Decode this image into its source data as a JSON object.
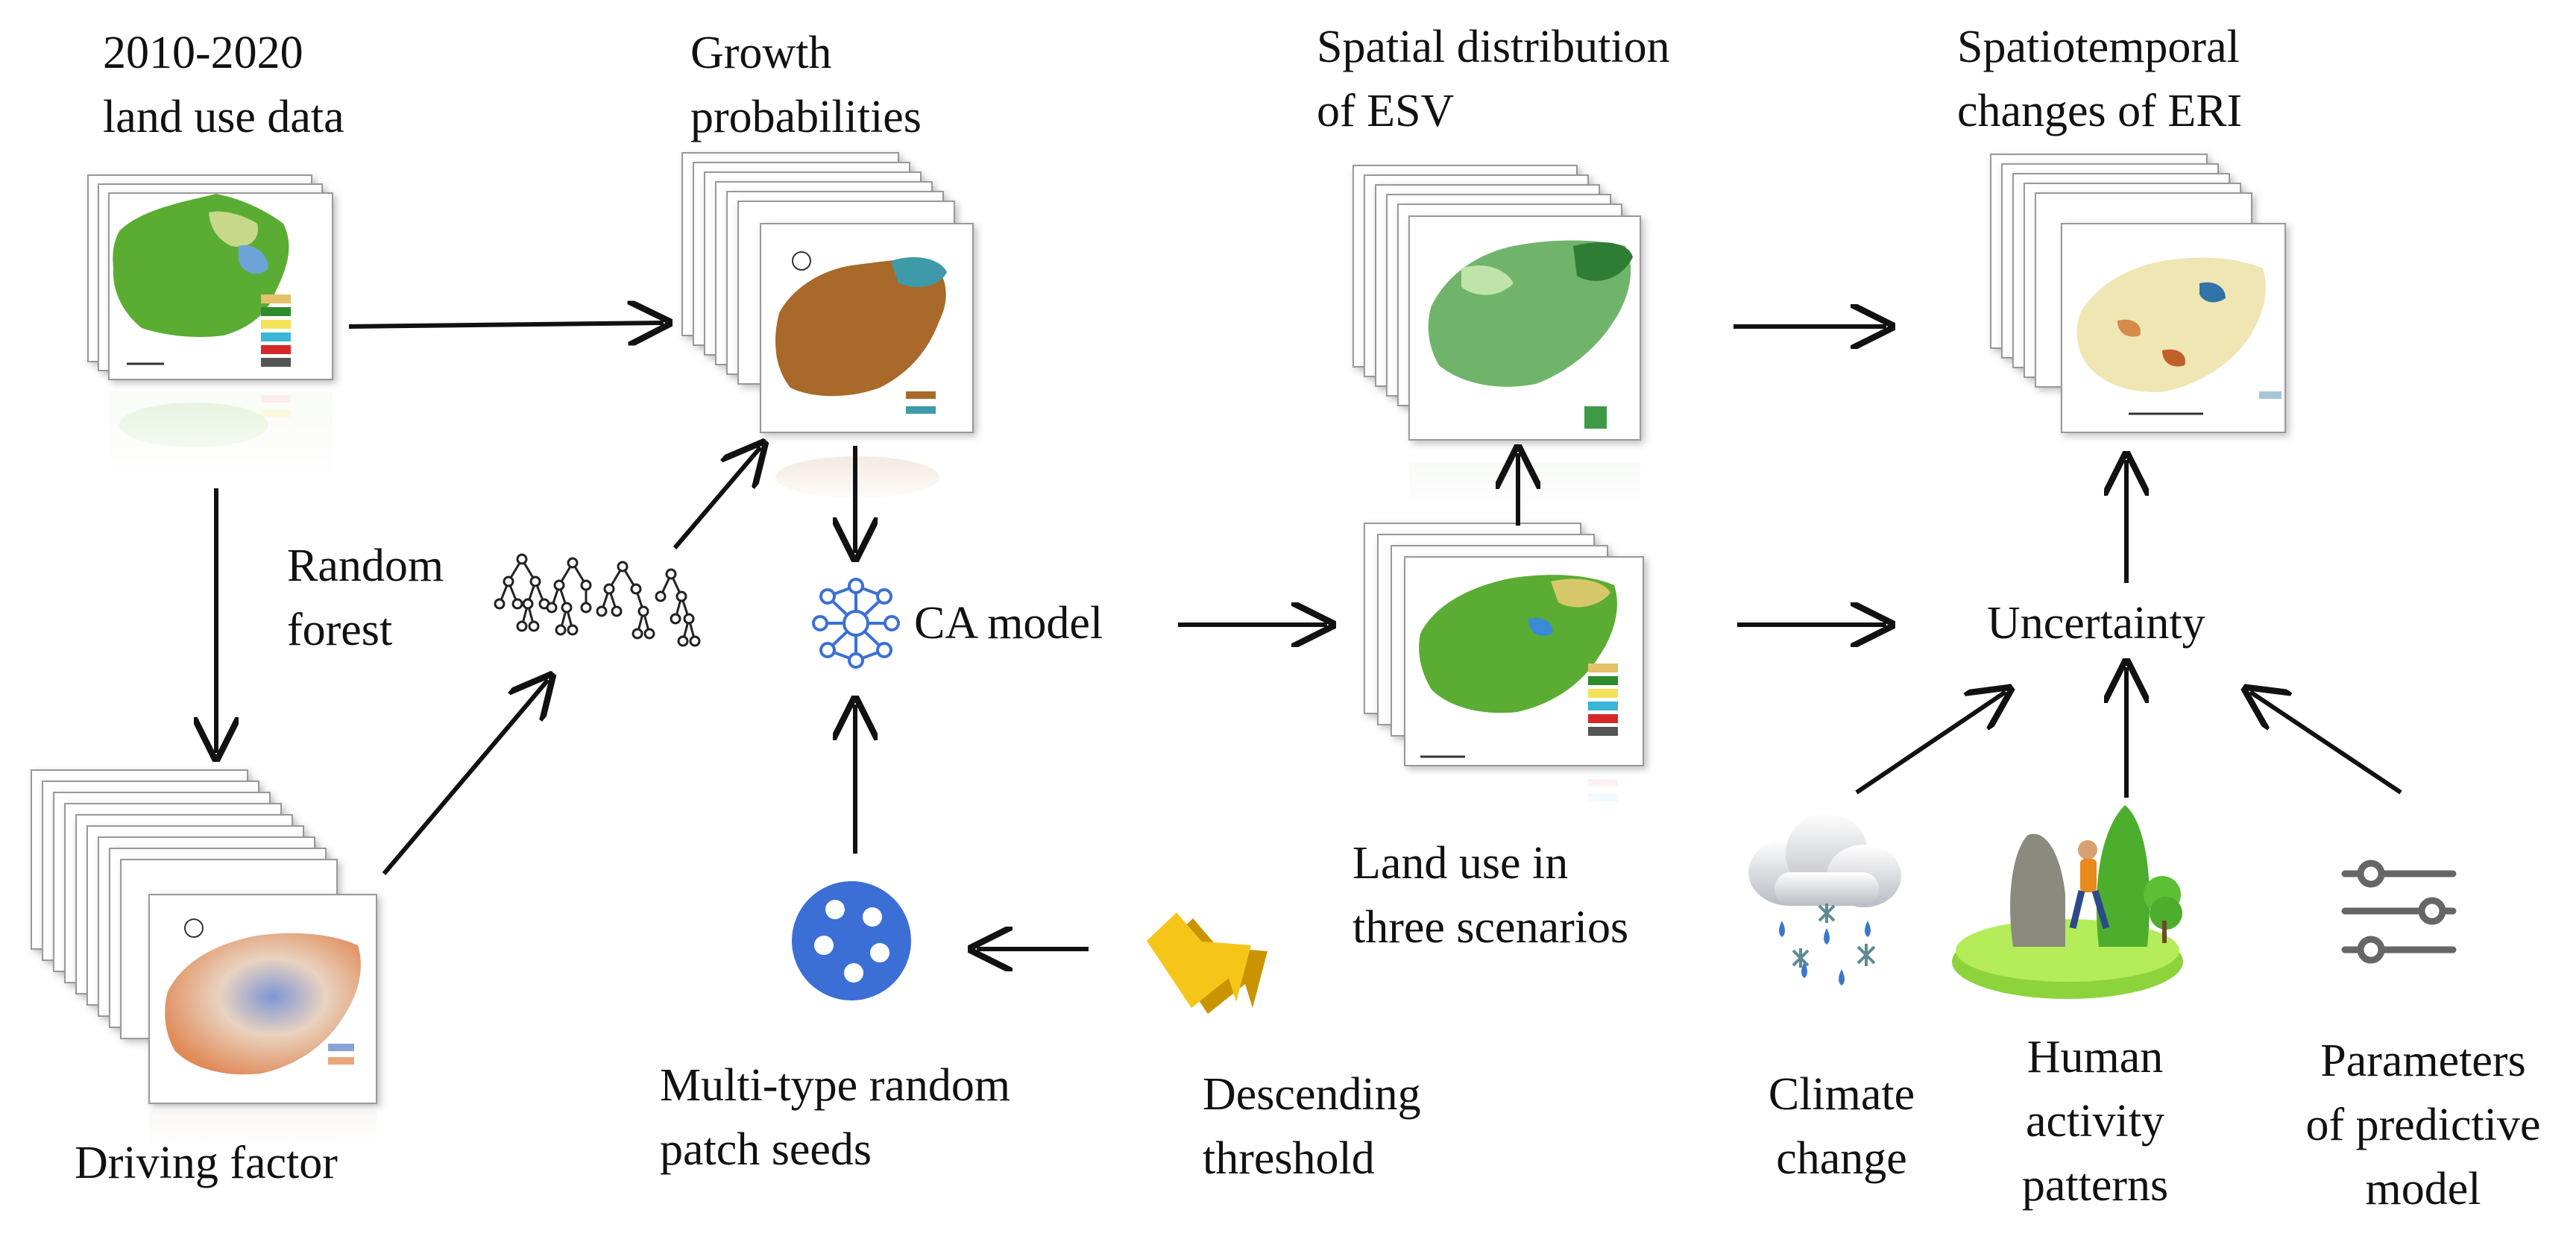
{
  "labels": {
    "land_use_data": [
      "2010-2020",
      "land use data"
    ],
    "growth_probabilities": [
      "Growth",
      "probabilities"
    ],
    "spatial_distribution": [
      "Spatial distribution",
      "of ESV"
    ],
    "spatiotemporal_changes": [
      "Spatiotemporal",
      "changes of ERI"
    ],
    "random_forest": [
      "Random",
      "forest"
    ],
    "ca_model": "CA model",
    "uncertainty": "Uncertainty",
    "land_use_scenarios": [
      "Land use in",
      "three scenarios"
    ],
    "driving_factor": "Driving factor",
    "patch_seeds": [
      "Multi-type random",
      "patch seeds"
    ],
    "descending_threshold": [
      "Descending",
      "threshold"
    ],
    "climate_change": [
      "Climate",
      "change"
    ],
    "human_activity": [
      "Human",
      "activity",
      "patterns"
    ],
    "parameters": [
      "Parameters",
      "of predictive",
      "model"
    ]
  },
  "icons": [
    "random-forest-tree-icon",
    "ca-model-network-icon",
    "patch-seeds-circle-icon",
    "descending-threshold-arrow-icon",
    "climate-cloud-snow-icon",
    "human-activity-scene-icon",
    "parameters-sliders-icon"
  ],
  "colors": {
    "arrow": "#111111",
    "land_use_green": "#5aad32",
    "growth_brown": "#a8692a",
    "esv_green": "#6fb46a",
    "eri_beige": "#efe6b4",
    "driving_orange": "#e8a77a",
    "driving_blue": "#8aa3d6",
    "accent_blue": "#3b6fd6",
    "threshold_yellow": "#f5c518"
  }
}
